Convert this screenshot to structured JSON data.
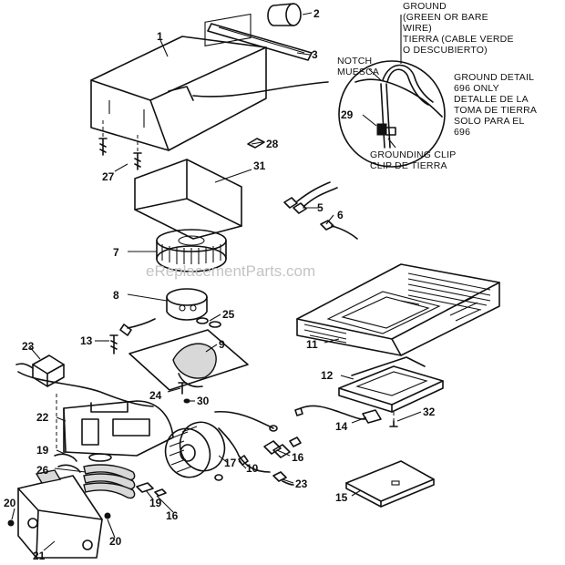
{
  "watermark": "eReplacementParts.com",
  "notes": {
    "ground": [
      "GROUND",
      "(GREEN OR BARE",
      "WIRE)",
      "TIERRA (CABLE VERDE",
      "O DESCUBIERTO)"
    ],
    "notch": [
      "NOTCH",
      "MUESCA"
    ],
    "ground_detail": [
      "GROUND DETAIL",
      "696 ONLY",
      "DETALLE DE LA",
      "TOMA DE TIERRA",
      "SOLO PARA EL",
      "696"
    ],
    "grounding_clip": [
      "GROUNDING CLIP",
      "CLIP DE TIERRA"
    ]
  },
  "callouts": {
    "c1": "1",
    "c2": "2",
    "c3": "3",
    "c5": "5",
    "c6": "6",
    "c7": "7",
    "c8": "8",
    "c9": "9",
    "c10": "10",
    "c11": "11",
    "c12": "12",
    "c13": "13",
    "c14": "14",
    "c15": "15",
    "c16a": "16",
    "c16b": "16",
    "c17": "17",
    "c19a": "19",
    "c19b": "19",
    "c20a": "20",
    "c20b": "20",
    "c21": "21",
    "c22": "22",
    "c23a": "23",
    "c23b": "23",
    "c24": "24",
    "c25": "25",
    "c26": "26",
    "c27": "27",
    "c28": "28",
    "c29": "29",
    "c30": "30",
    "c31": "31",
    "c32": "32"
  }
}
